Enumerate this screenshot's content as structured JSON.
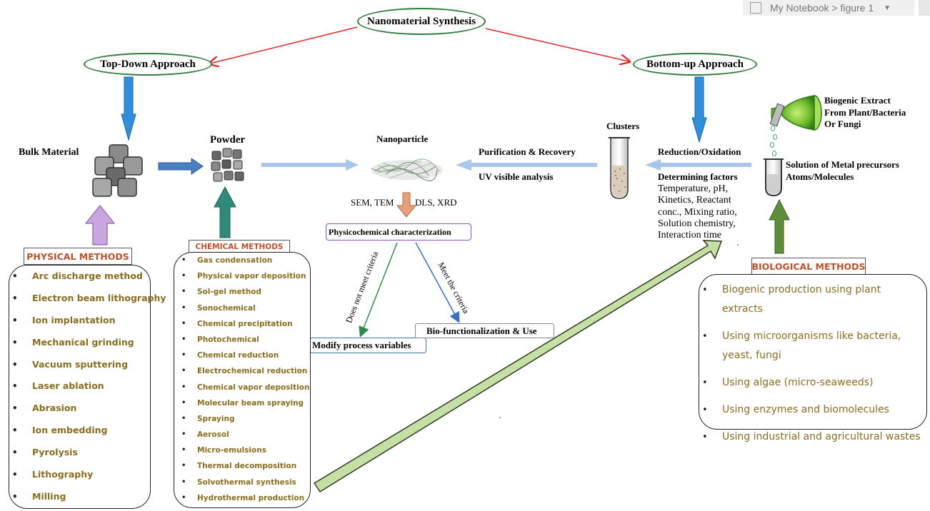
{
  "notebook": {
    "breadcrumb": "My Notebook > figure 1"
  },
  "nodes": {
    "synthesis": "Nanomaterial Synthesis",
    "top_down": "Top-Down Approach",
    "bottom_up": "Bottom-up Approach",
    "bulk_material": "Bulk Material",
    "powder": "Powder",
    "nanoparticle": "Nanoparticle",
    "clusters": "Clusters",
    "purification": "Purification & Recovery",
    "uv_analysis": "UV visible analysis",
    "reduction": "Reduction/Oxidation",
    "determining_factors": "Determining factors",
    "factor_lines": [
      "Temperature, pH,",
      "Kinetics, Reactant",
      "conc., Mixing ratio,",
      "Solution chemistry,",
      "Interaction time"
    ],
    "biogenic_extract": [
      "Biogenic Extract",
      "From Plant/Bacteria",
      "Or Fungi"
    ],
    "metal_precursors": [
      "Solution of Metal precursors",
      "Atoms/Molecules"
    ],
    "characterization_methods": [
      "SEM, TEM",
      "DLS, XRD"
    ],
    "physicochemical": "Physicochemical characterization",
    "not_meet": "Does not meet criteria",
    "meet": "Meet the criteria",
    "modify": "Modify process variables",
    "biofunctional": "Bio-functionalization & Use"
  },
  "physical": {
    "title": "PHYSICAL METHODS",
    "items": [
      "Arc discharge method",
      "Electron beam lithography",
      "Ion implantation",
      "Mechanical grinding",
      "Vacuum sputtering",
      "Laser ablation",
      "Abrasion",
      "Ion embedding",
      "Pyrolysis",
      "Lithography",
      "Milling"
    ]
  },
  "chemical": {
    "title": "CHEMICAL METHODS",
    "items": [
      "Gas condensation",
      "Physical vapor deposition",
      "Sol-gel method",
      "Sonochemical",
      "Chemical precipitation",
      "Photochemical",
      "Chemical reduction",
      "Electrochemical reduction",
      "Chemical vapor deposition",
      "Molecular beam spraying",
      "Spraying",
      "Aerosol",
      "Micro-emulsions",
      "Thermal decomposition",
      "Solvothermal synthesis",
      "Hydrothermal production"
    ]
  },
  "biological": {
    "title": "BIOLOGICAL METHODS",
    "items": [
      "Biogenic production using plant extracts",
      "Using microorganisms like bacteria, yeast, fungi",
      "Using algae (micro-seaweeds)",
      "Using enzymes and biomolecules",
      "Using industrial and agricultural wastes"
    ]
  },
  "colors": {
    "oval_border": "#2e7d3a",
    "red_arrow": "#e0242a",
    "blue_arrow": "#2f8fde",
    "physical_arrow": "#c9a6e0",
    "chemical_arrow": "#2e8b7a",
    "biological_arrow": "#5d8f3a",
    "method_text": "#8a6d1e",
    "method_title": "#c0502a"
  }
}
